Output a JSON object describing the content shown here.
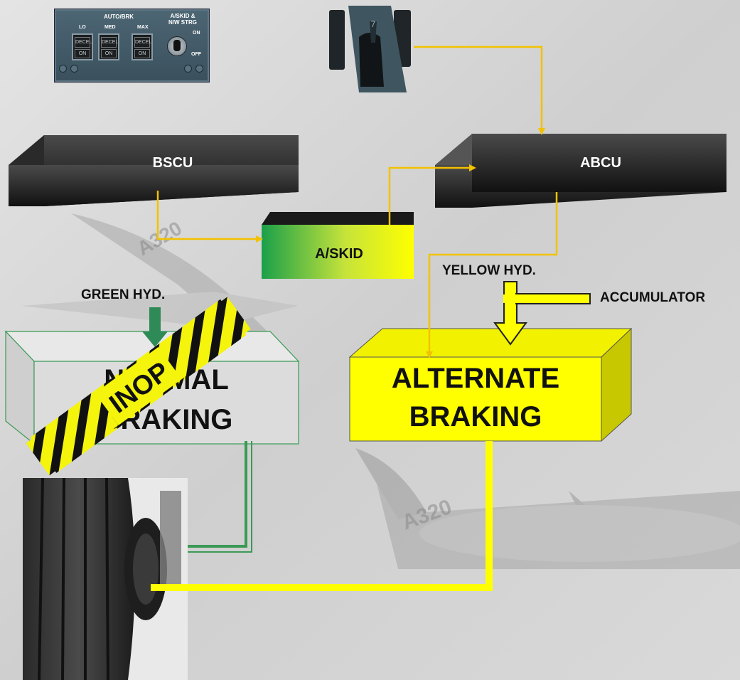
{
  "panel": {
    "autobrk_title": "AUTO/BRK",
    "lo_label": "LO",
    "med_label": "MED",
    "max_label": "MAX",
    "decel_label": "DECEL",
    "on_label": "ON",
    "askid_title_line1": "A/SKID &",
    "askid_title_line2": "N/W STRG",
    "switch_on": "ON",
    "switch_off": "OFF"
  },
  "pedal": {
    "number": "7"
  },
  "boxes": {
    "bscu": "BSCU",
    "abcu": "ABCU",
    "askid": "A/SKID",
    "normal_line1": "NORMAL",
    "normal_line2": "BRAKING",
    "alternate_line1": "ALTERNATE",
    "alternate_line2": "BRAKING",
    "inop": "INOP"
  },
  "labels": {
    "green_hyd": "GREEN HYD.",
    "yellow_hyd": "YELLOW HYD.",
    "accumulator": "ACCUMULATOR"
  },
  "background_text": {
    "a320_1": "A320",
    "a320_2": "A320"
  },
  "colors": {
    "yellow": "#ffff00",
    "signal_line": "#f2c200",
    "green": "#2e8b57",
    "green_hyd_arrow": "#2e8b57",
    "askid_green": "#1aa04a",
    "box_dark": "#222222"
  }
}
